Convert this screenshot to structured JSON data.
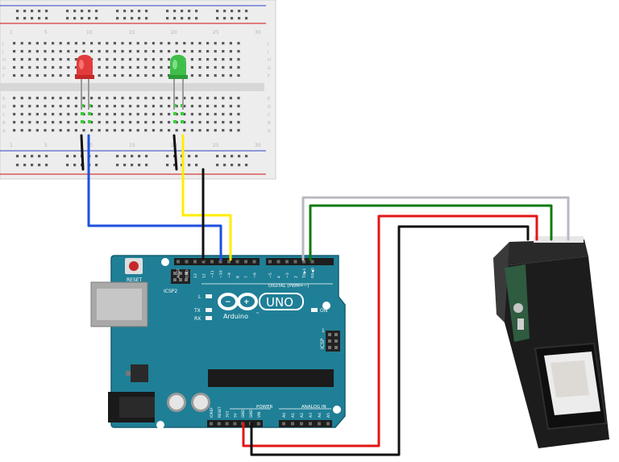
{
  "colors": {
    "board": "#1f7f96",
    "board_dark": "#156579",
    "led_red": "#e33b3b",
    "led_green": "#3fbf4a",
    "wire_blue": "#1f4fe0",
    "wire_yellow": "#ffee00",
    "wire_black": "#111111",
    "wire_green": "#0f7a10",
    "wire_red": "#e31616",
    "wire_gray": "#b9b9c2",
    "breadboard": "#ececec",
    "sensor_body": "#1c1c1c"
  },
  "breadboard": {
    "column_numbers": [
      "1",
      "5",
      "10",
      "15",
      "20",
      "25",
      "30"
    ],
    "row_letters_top": [
      "J",
      "I",
      "H",
      "G",
      "F"
    ],
    "row_letters_bottom": [
      "E",
      "D",
      "C",
      "B",
      "A"
    ]
  },
  "board": {
    "reset_label": "RESET",
    "icsp2_label": "ICSP2",
    "icsp_label": "ICSP",
    "logo_brand": "Arduino",
    "logo_model": "UNO",
    "tm_mark": "™",
    "led_l": "L",
    "led_tx": "TX",
    "led_rx": "RX",
    "led_on": "ON",
    "icsp_pin_1": "1",
    "digital_header_label": "DIGITAL (PWM=~)",
    "power_label": "POWER",
    "analog_label": "ANALOG IN",
    "digital_pins": [
      "AREF",
      "GND",
      "13",
      "12",
      "~11",
      "~10",
      "~9",
      "8",
      "7",
      "~6",
      "~5",
      "4",
      "~3",
      "2",
      "TX▶1",
      "RX◀0"
    ],
    "power_pins": [
      "IOREF",
      "RESET",
      "3V3",
      "5V",
      "GND",
      "GND",
      "VIN"
    ],
    "analog_pins": [
      "A0",
      "A1",
      "A2",
      "A3",
      "A4",
      "A5"
    ]
  }
}
